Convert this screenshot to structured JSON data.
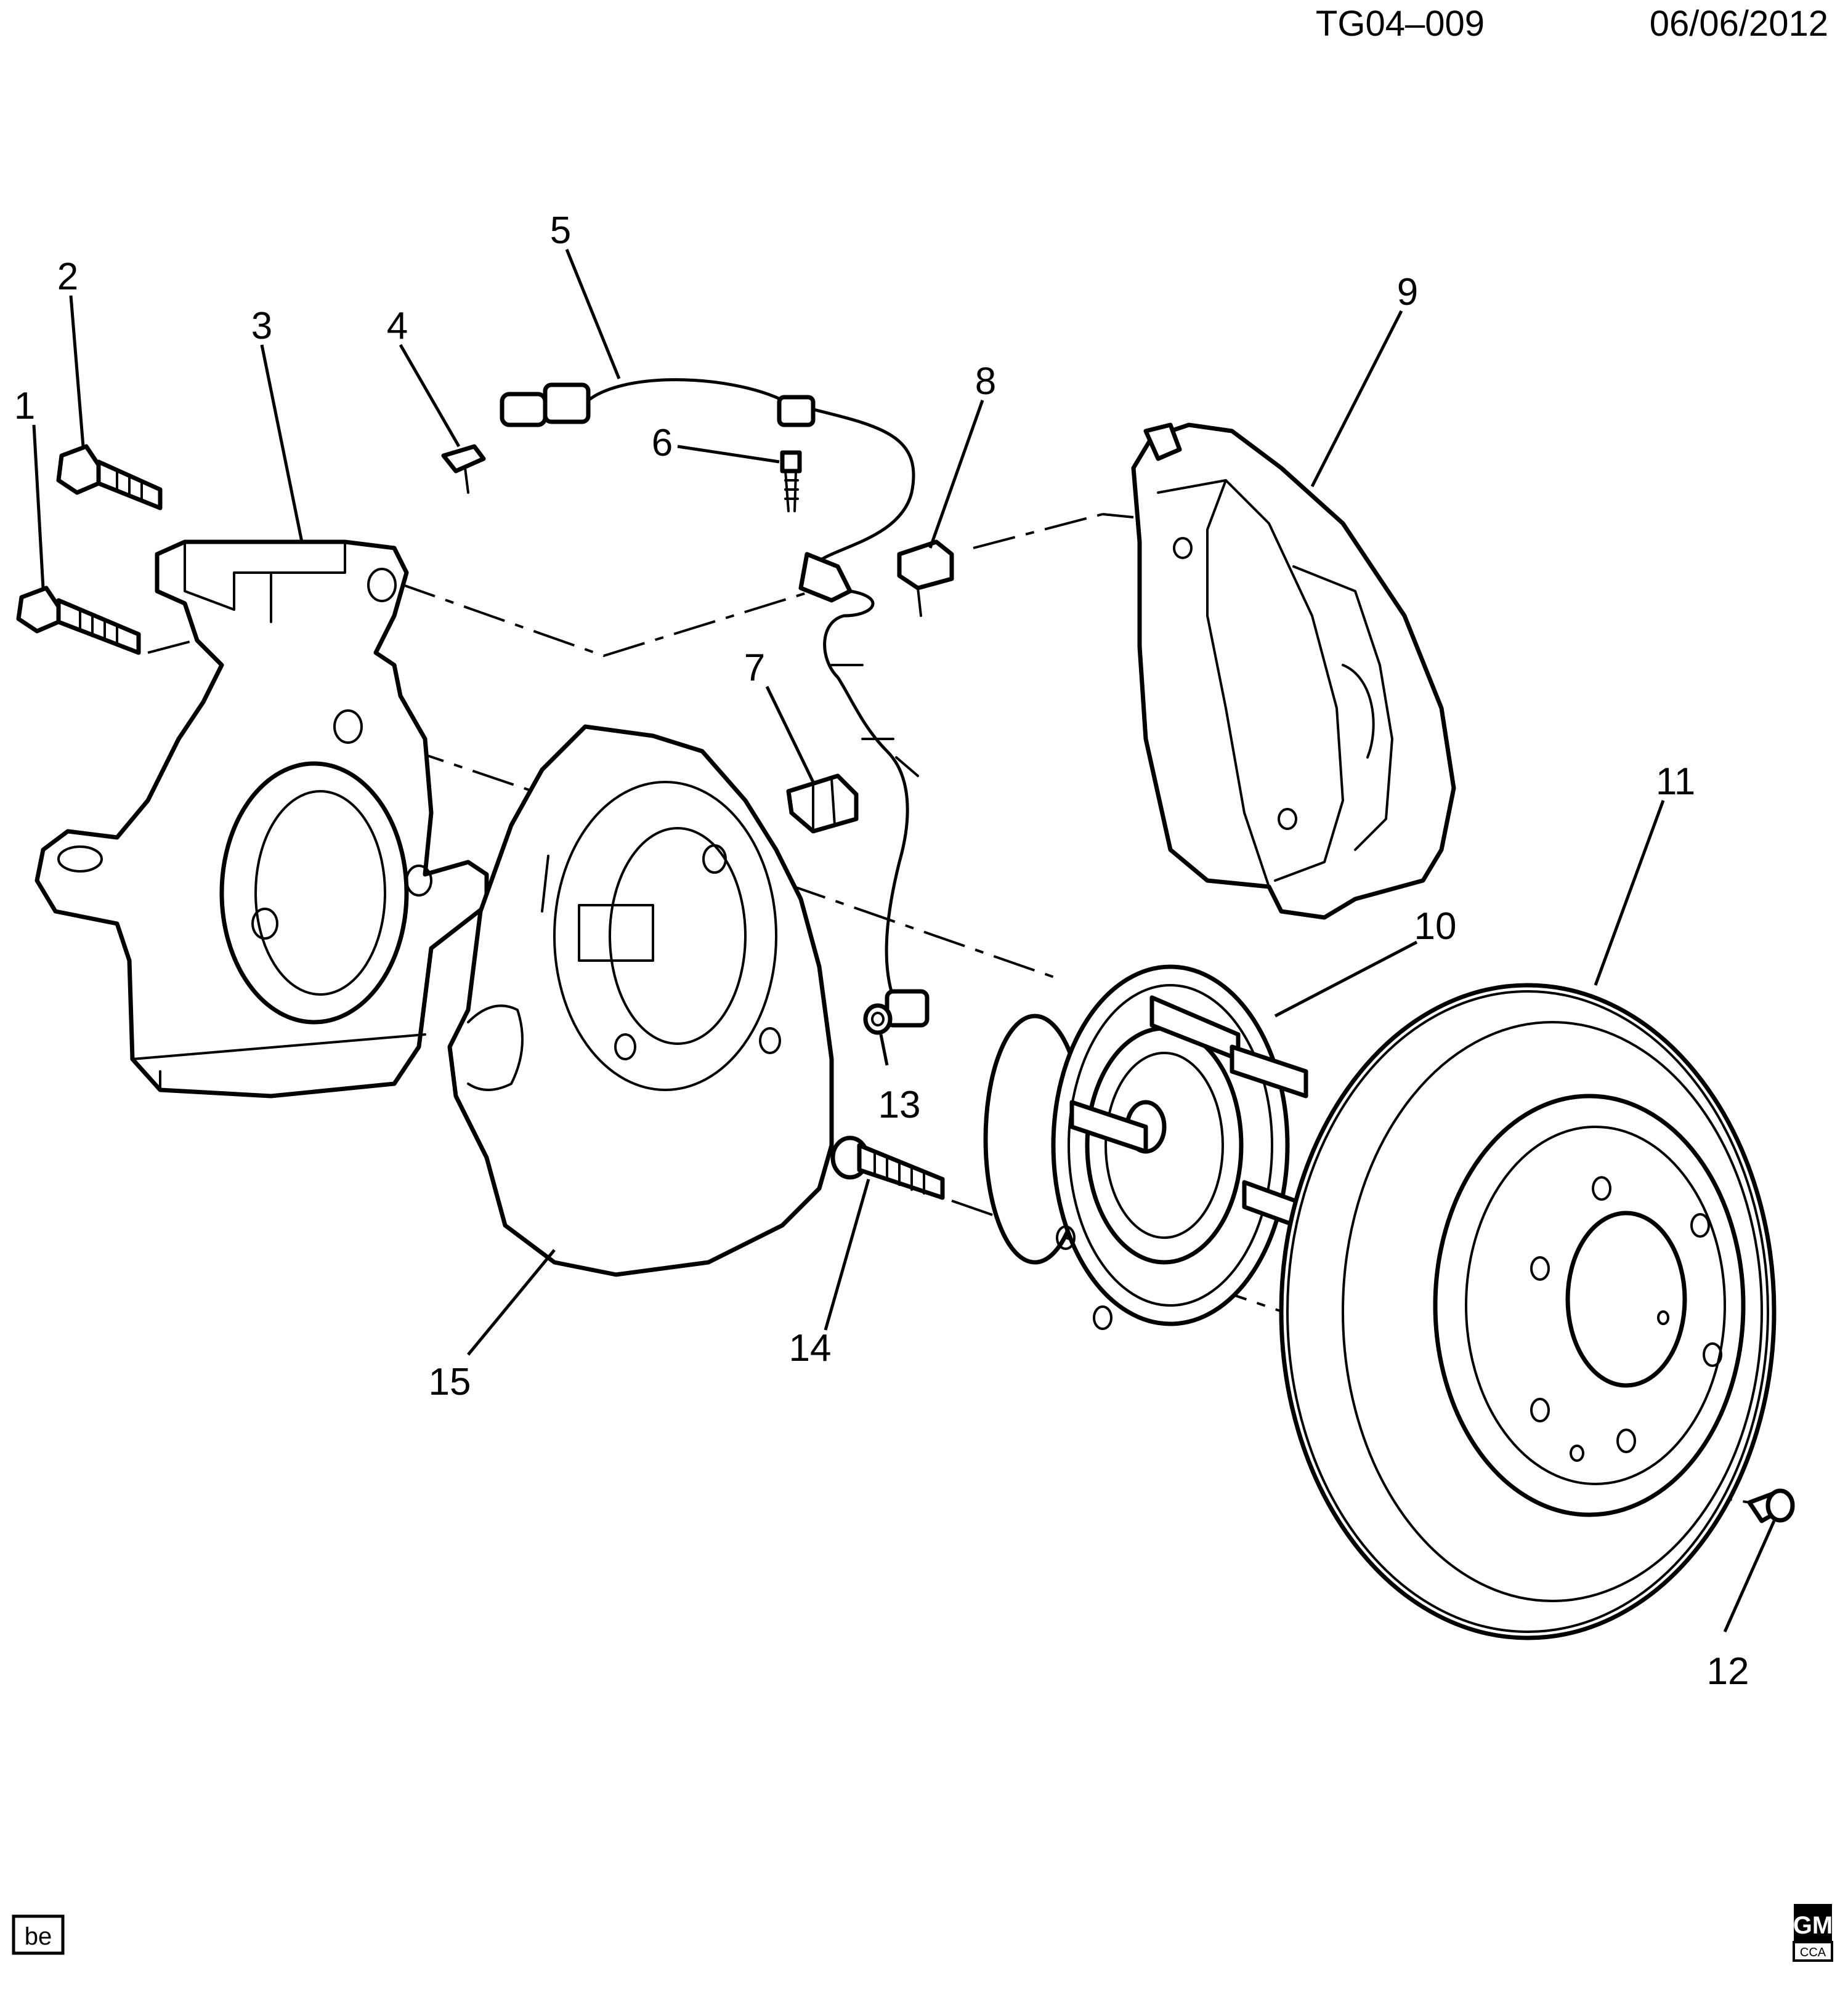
{
  "header": {
    "code": "TG04–009",
    "date": "06/06/2012"
  },
  "footer": {
    "tag": "be",
    "logo_text": "GM",
    "logo_subtext": "CCA"
  },
  "callouts": [
    {
      "id": "c1",
      "label": "1"
    },
    {
      "id": "c2",
      "label": "2"
    },
    {
      "id": "c3",
      "label": "3"
    },
    {
      "id": "c4",
      "label": "4"
    },
    {
      "id": "c5",
      "label": "5"
    },
    {
      "id": "c6",
      "label": "6"
    },
    {
      "id": "c7",
      "label": "7"
    },
    {
      "id": "c8",
      "label": "8"
    },
    {
      "id": "c9",
      "label": "9"
    },
    {
      "id": "c10",
      "label": "10"
    },
    {
      "id": "c11",
      "label": "11"
    },
    {
      "id": "c12",
      "label": "12"
    },
    {
      "id": "c13",
      "label": "13"
    },
    {
      "id": "c14",
      "label": "14"
    },
    {
      "id": "c15",
      "label": "15"
    }
  ]
}
